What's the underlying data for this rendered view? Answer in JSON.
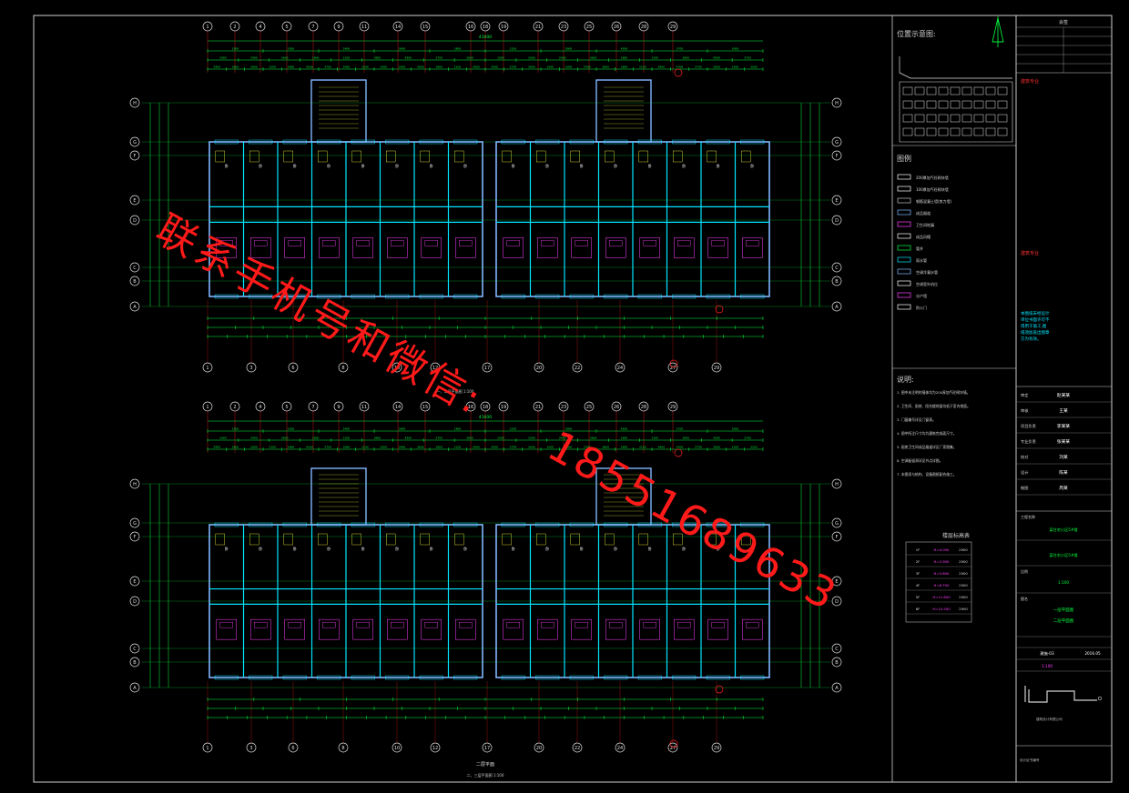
{
  "drawing": {
    "overall_dim": "41600",
    "top_axes": [
      "1",
      "2",
      "4",
      "5",
      "7",
      "9",
      "11",
      "14",
      "15",
      "16",
      "18",
      "19",
      "21",
      "23",
      "25",
      "26",
      "28",
      "29"
    ],
    "bottom_axes": [
      "1",
      "3",
      "6",
      "8",
      "10",
      "12",
      "17",
      "20",
      "22",
      "24",
      "27",
      "29"
    ],
    "row_axes": [
      "H",
      "G",
      "F",
      "E",
      "D",
      "C",
      "B",
      "A"
    ],
    "room_label": "卧",
    "plan1_title": "一、二层平面图 1:100",
    "plan2_title": "二层平面",
    "plan2_subtitle": "二、三层平面图 1:100",
    "dim_samples": [
      "1500",
      "3300",
      "2400",
      "3600",
      "1800",
      "2100",
      "3900",
      "4200",
      "2700",
      "3000"
    ]
  },
  "side_panel": {
    "location_title": "位置示意图:",
    "legend_title": "图例",
    "legend_items": [
      "200厚加气砼砌块墙",
      "100厚加气砼砌块墙",
      "钢筋混凝土墙(剪力墙)",
      "成品烟道",
      "卫生间地漏",
      "成品风帽",
      "管井",
      "雨水管",
      "空调冷凝水管",
      "空调室外机位",
      "分户墙",
      "防火门"
    ],
    "notes_title": "说明:",
    "notes": [
      "1. 图中未注明的墙体均为200厚加气砼砌块墙。",
      "2. 卫生间、厨房、阳台楼地面均低于室内地面。",
      "3. 门窗编号详见门窗表。",
      "4. 图中所注尺寸均为建筑完成面尺寸。",
      "5. 厨房卫生间成品烟道详见厂家图集。",
      "6. 空调板留洞详见节点详图。",
      "7. 本图须与结构、设备图纸配合施工。"
    ],
    "table_title": "楼层标高表",
    "table_rows": [
      [
        "1F",
        "H=0.000",
        "2900"
      ],
      [
        "2F",
        "H=2.900",
        "2900"
      ],
      [
        "3F",
        "H=5.800",
        "2900"
      ],
      [
        "4F",
        "H=8.700",
        "2900"
      ],
      [
        "5F",
        "H=11.600",
        "2900"
      ],
      [
        "6F",
        "H=14.500",
        "2900"
      ]
    ]
  },
  "title_block": {
    "header": "会签",
    "red_note": "建筑专业",
    "cyan_note": "本图纸未经设计单位书面许可不得用于施工,图纸须加盖出图章方为有效。",
    "fields": [
      "审定",
      "审核",
      "项目负责",
      "专业负责",
      "校对",
      "设计",
      "制图"
    ],
    "names": [
      "赵某某",
      "王某",
      "李某某",
      "张某某",
      "刘某",
      "陈某",
      "周某"
    ],
    "project_label": "工程名称",
    "project_name": "某住宅小区5#楼",
    "drawing_label": "图名",
    "drawing_name": "一层平面图",
    "drawing_name2": "二层平面图",
    "scale_label": "比例",
    "scale_value": "1:100",
    "sheet_no": "建施-03",
    "date": "2016.05",
    "firm_text": "建筑设计有限公司",
    "bottom_note": "设计证书编号"
  },
  "watermark": {
    "line1": "联系手机号和微信:",
    "line2": "18551689633"
  },
  "colors": {
    "background": "#000000",
    "border": "#ffffff",
    "wall": "#7fb7ff",
    "wall_cyan": "#00e5ff",
    "dim": "#00ff40",
    "magenta": "#ff40ff",
    "red": "#ff2020",
    "yellow": "#ffff40",
    "watermark": "#ff1a1a"
  }
}
